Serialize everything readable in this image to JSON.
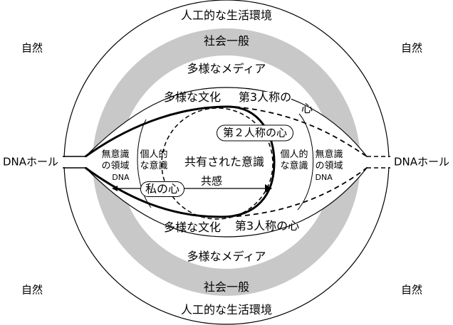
{
  "labels": {
    "outer_top": "人工的な生活環境",
    "outer_bottom": "人工的な生活環境",
    "society_top": "社会一般",
    "society_bottom": "社会一般",
    "media_top": "多様なメディア",
    "media_bottom": "多様なメディア",
    "culture_top": "多様な文化",
    "culture_bottom": "多様な文化",
    "third_person_top": "第3人称の",
    "third_person_top_kokoro": "心",
    "third_person_bottom": "第3人称の心",
    "second_person": "第２人称の心",
    "shared_consciousness": "共有された意識",
    "empathy": "共感",
    "my_mind": "私の心",
    "personal_left_1": "個人的",
    "personal_left_2": "な意識",
    "personal_right_1": "個人的",
    "personal_right_2": "な意識",
    "unconscious_left_1": "無意識",
    "unconscious_left_2": "の領域",
    "unconscious_left_3": "DNA",
    "unconscious_right_1": "無意識",
    "unconscious_right_2": "の領域",
    "unconscious_right_3": "DNA",
    "dna_hole_left": "DNAホール",
    "dna_hole_right": "DNAホール",
    "nature_tl": "自然",
    "nature_tr": "自然",
    "nature_bl": "自然",
    "nature_br": "自然"
  },
  "colors": {
    "band": "#c8c8c8"
  }
}
